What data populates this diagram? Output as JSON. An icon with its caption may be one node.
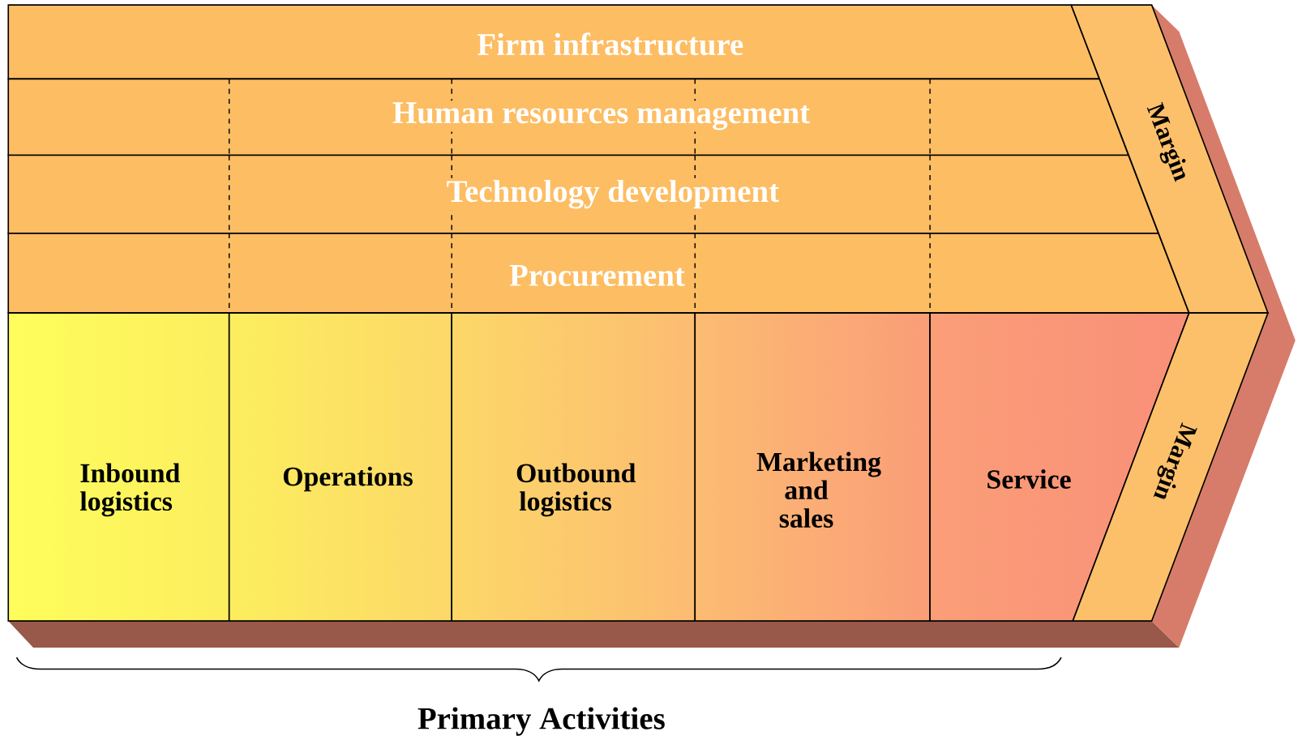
{
  "diagram": {
    "nodes": [
      {
        "text": [
          "Firm infrastructure"
        ]
      },
      {
        "text": [
          "Human resources management"
        ]
      },
      {
        "text": [
          "Technology development"
        ]
      },
      {
        "text": [
          "Procurement"
        ]
      },
      {
        "text": [
          "Inbound logistics"
        ]
      },
      {
        "text": [
          "Operations"
        ]
      },
      {
        "text": [
          "Outbound logistics"
        ]
      },
      {
        "text": [
          "Marketing and sales"
        ]
      },
      {
        "text": [
          "Service"
        ]
      },
      {
        "text": [
          "Margin"
        ]
      },
      {
        "text": [
          "Margin"
        ]
      }
    ],
    "labels": [
      "Primary Activities"
    ]
  }
}
